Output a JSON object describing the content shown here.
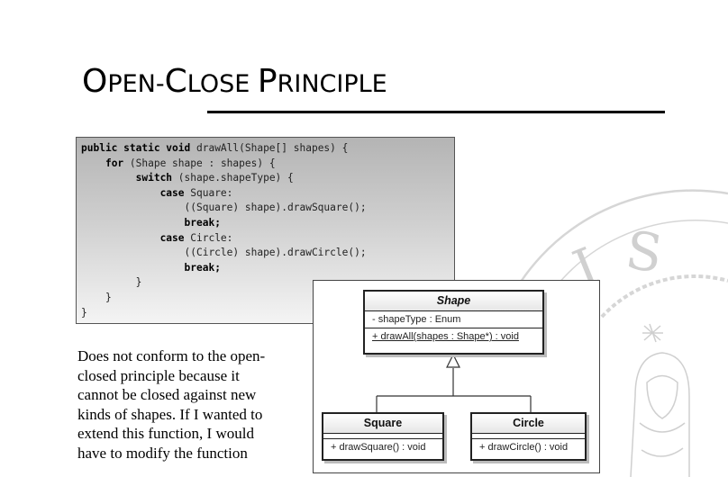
{
  "title": {
    "letters": [
      {
        "c": "O",
        "big": true
      },
      {
        "c": "PEN",
        "big": false
      },
      {
        "c": "-",
        "big": false
      },
      {
        "c": "C",
        "big": true
      },
      {
        "c": "LOSE",
        "big": false
      },
      {
        "c": " ",
        "big": false
      },
      {
        "c": "P",
        "big": true
      },
      {
        "c": "RINCIPLE",
        "big": false
      }
    ]
  },
  "code": [
    [
      {
        "t": "public static void",
        "b": true
      },
      {
        "t": " drawAll(Shape[] shapes) {",
        "b": false
      }
    ],
    [
      {
        "t": "    ",
        "b": false
      },
      {
        "t": "for",
        "b": true
      },
      {
        "t": " (Shape shape : shapes) {",
        "b": false
      }
    ],
    [
      {
        "t": "         ",
        "b": false
      },
      {
        "t": "switch",
        "b": true
      },
      {
        "t": " (shape.shapeType) {",
        "b": false
      }
    ],
    [
      {
        "t": "             ",
        "b": false
      },
      {
        "t": "case",
        "b": true
      },
      {
        "t": " Square:",
        "b": false
      }
    ],
    [
      {
        "t": "                 ((Square) shape).drawSquare();",
        "b": false
      }
    ],
    [
      {
        "t": "                 ",
        "b": false
      },
      {
        "t": "break;",
        "b": true
      }
    ],
    [
      {
        "t": "             ",
        "b": false
      },
      {
        "t": "case",
        "b": true
      },
      {
        "t": " Circle:",
        "b": false
      }
    ],
    [
      {
        "t": "                 ((Circle) shape).drawCircle();",
        "b": false
      }
    ],
    [
      {
        "t": "                 ",
        "b": false
      },
      {
        "t": "break;",
        "b": true
      }
    ],
    [
      {
        "t": "         }",
        "b": false
      }
    ],
    [
      {
        "t": "    }",
        "b": false
      }
    ],
    [
      {
        "t": "}",
        "b": false
      }
    ]
  ],
  "paragraph": [
    "Does not conform to the open-",
    "closed principle because it",
    "cannot be closed against new",
    "kinds of shapes. If I wanted to",
    "extend this function, I would",
    "have to modify the function"
  ],
  "uml": {
    "shape": {
      "name": "Shape",
      "attribute": "- shapeType : Enum",
      "operation": "+ drawAll(shapes : Shape*) : void"
    },
    "square": {
      "name": "Square",
      "operation": "+ drawSquare() : void"
    },
    "circle": {
      "name": "Circle",
      "operation": "+ drawCircle() : void"
    }
  },
  "colors": {
    "text": "#000000",
    "code_bg_top": "#b4b4b4",
    "code_bg_bottom": "#f4f4f4",
    "watermark": "#d8d8d8"
  }
}
